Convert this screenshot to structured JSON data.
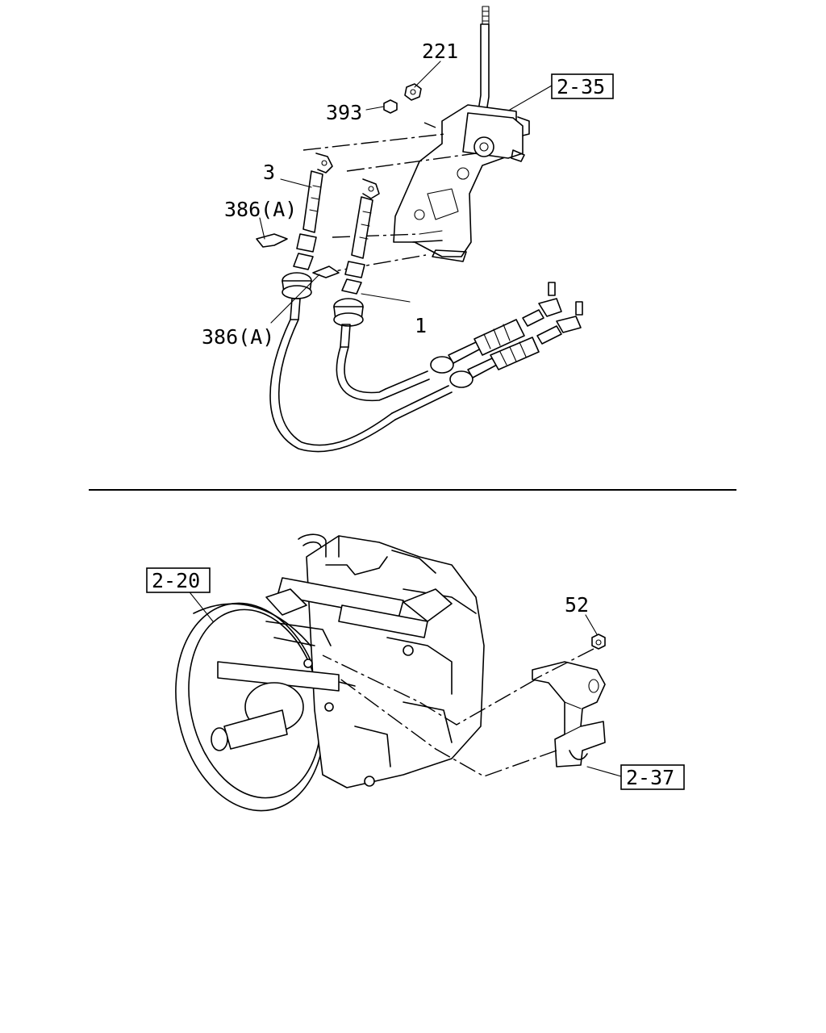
{
  "labels": {
    "p221": "221",
    "p393": "393",
    "p3": "3",
    "p386_top": "386(A)",
    "p386_bottom": "386(A)",
    "p1": "1",
    "p52": "52"
  },
  "refs": {
    "ref_2_35": "2-35",
    "ref_2_20": "2-20",
    "ref_2_37": "2-37"
  }
}
